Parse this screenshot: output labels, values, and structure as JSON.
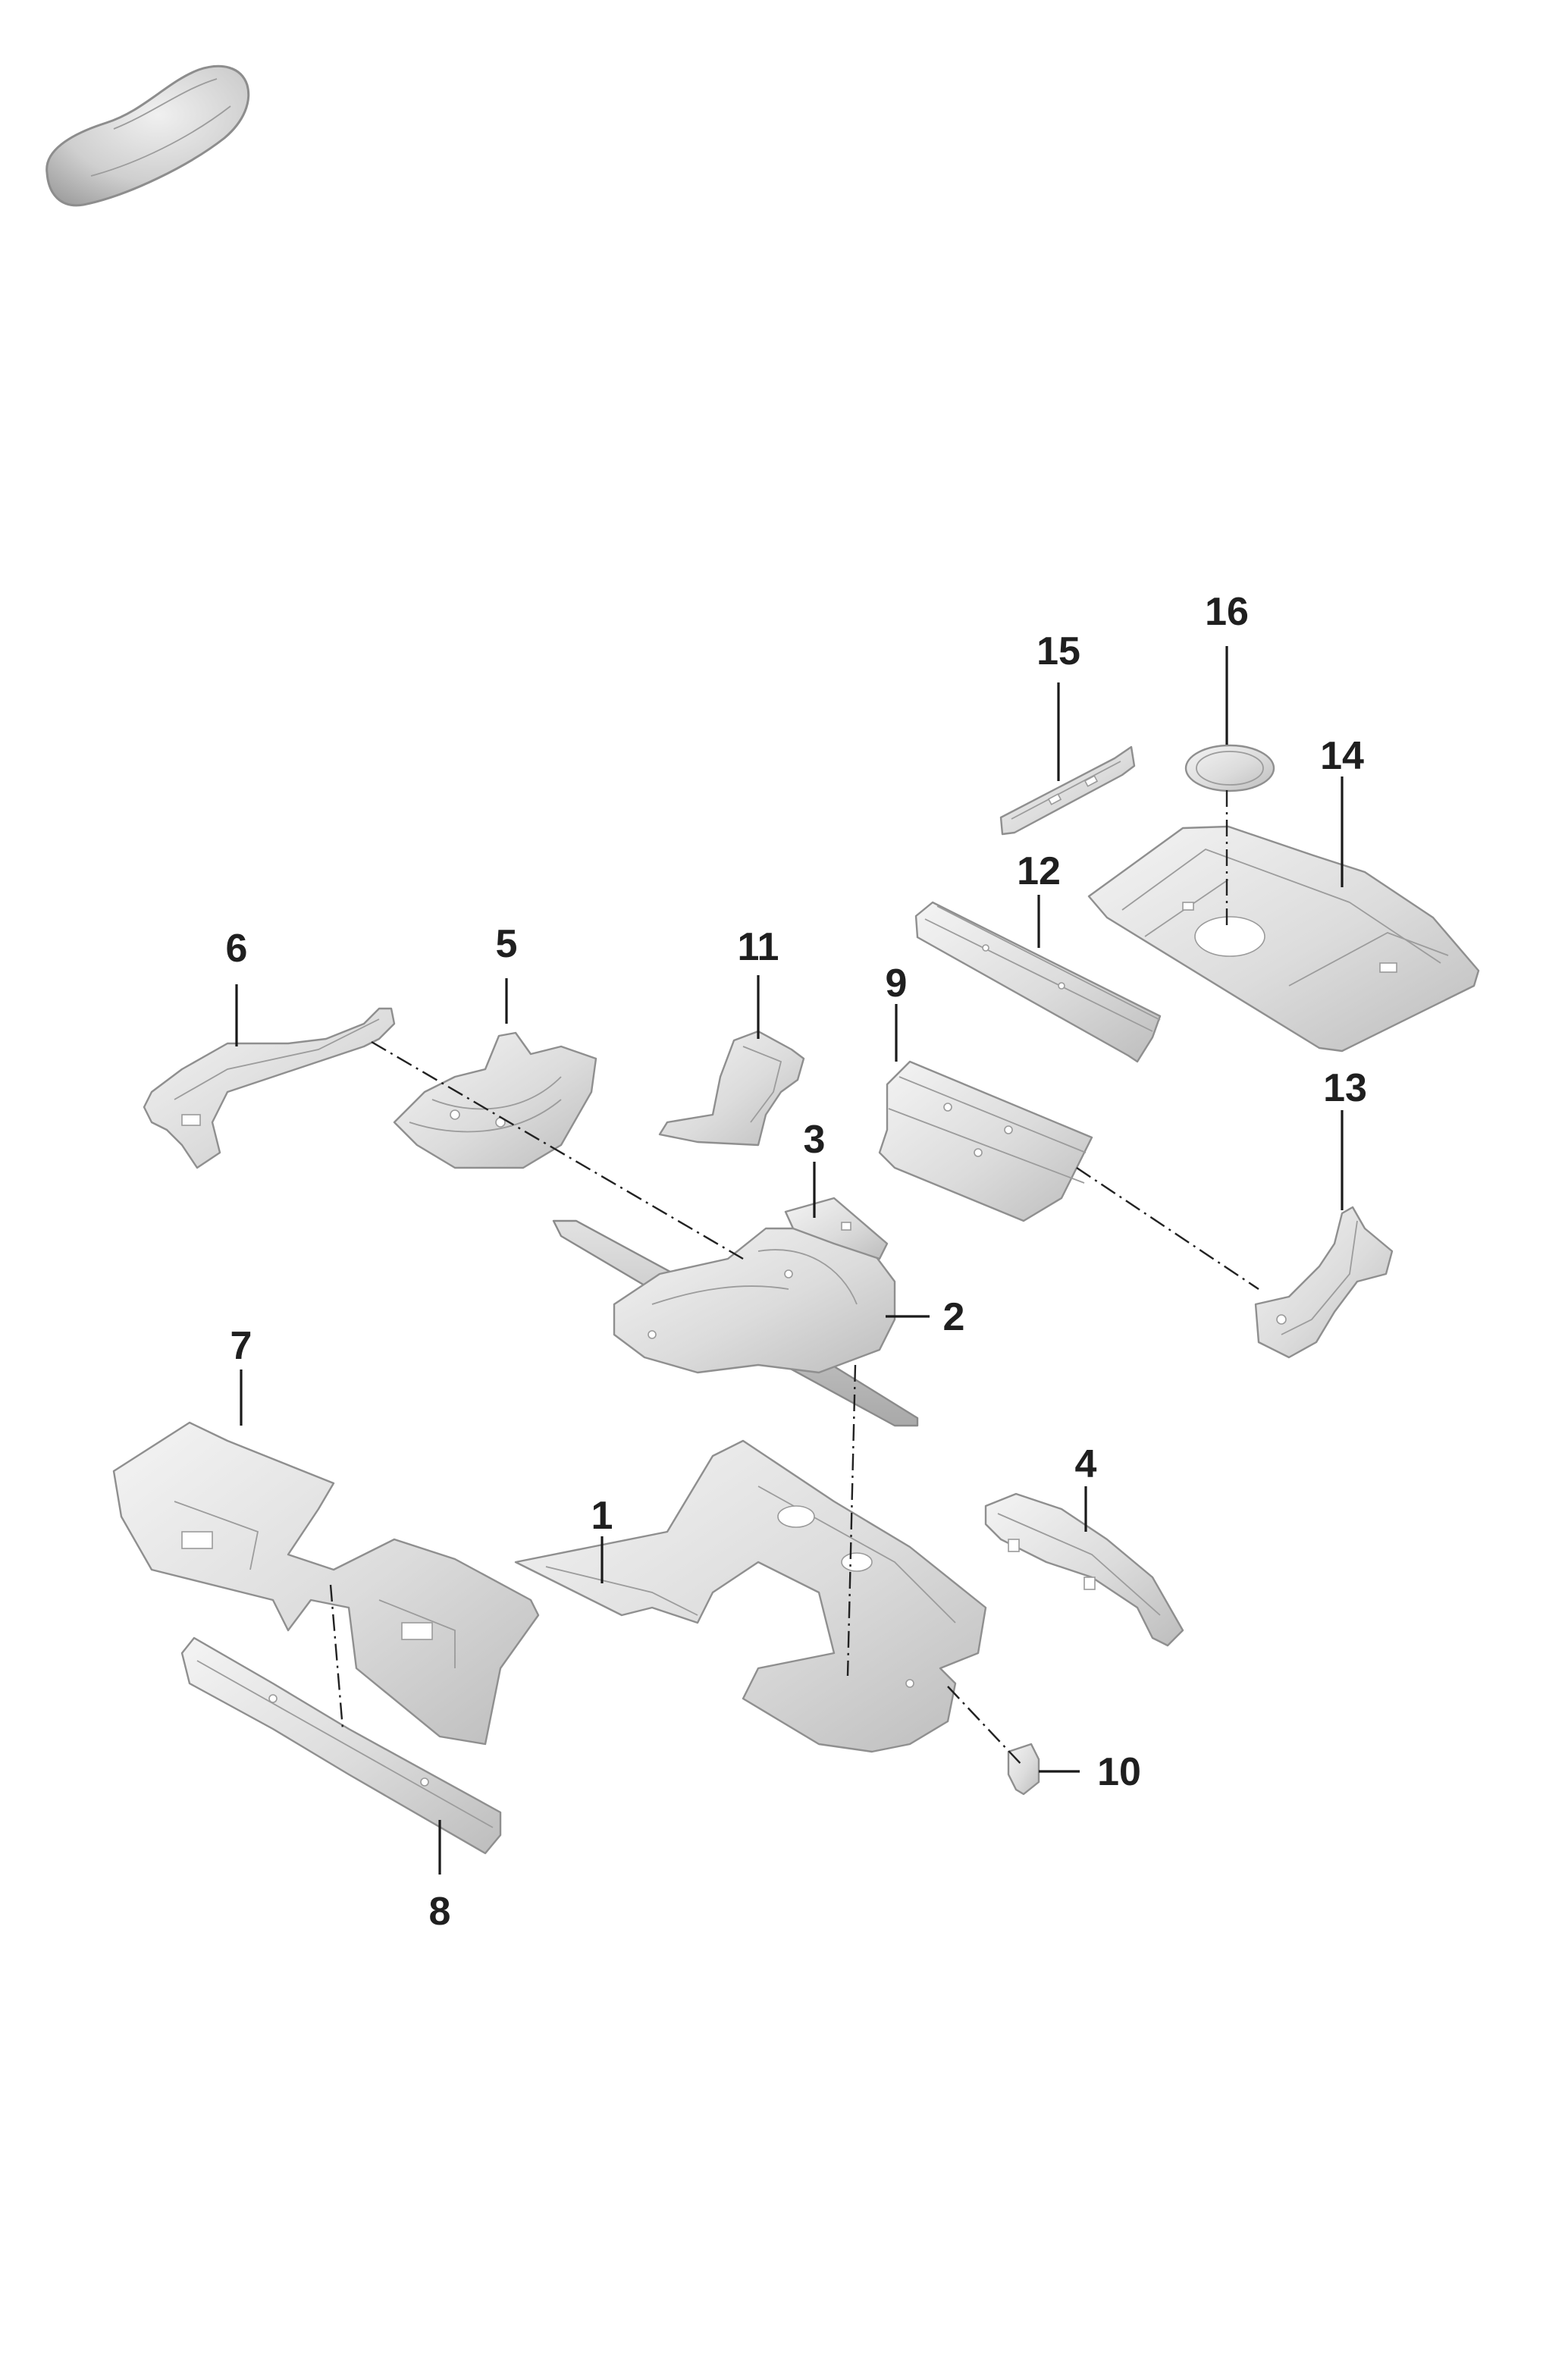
{
  "diagram": {
    "icon": "car-silhouette-icon",
    "callouts": [
      {
        "id": "1",
        "label": "1"
      },
      {
        "id": "2",
        "label": "2"
      },
      {
        "id": "3",
        "label": "3"
      },
      {
        "id": "4",
        "label": "4"
      },
      {
        "id": "5",
        "label": "5"
      },
      {
        "id": "6",
        "label": "6"
      },
      {
        "id": "7",
        "label": "7"
      },
      {
        "id": "8",
        "label": "8"
      },
      {
        "id": "9",
        "label": "9"
      },
      {
        "id": "10",
        "label": "10"
      },
      {
        "id": "11",
        "label": "11"
      },
      {
        "id": "12",
        "label": "12"
      },
      {
        "id": "13",
        "label": "13"
      },
      {
        "id": "14",
        "label": "14"
      },
      {
        "id": "15",
        "label": "15"
      },
      {
        "id": "16",
        "label": "16"
      }
    ]
  }
}
